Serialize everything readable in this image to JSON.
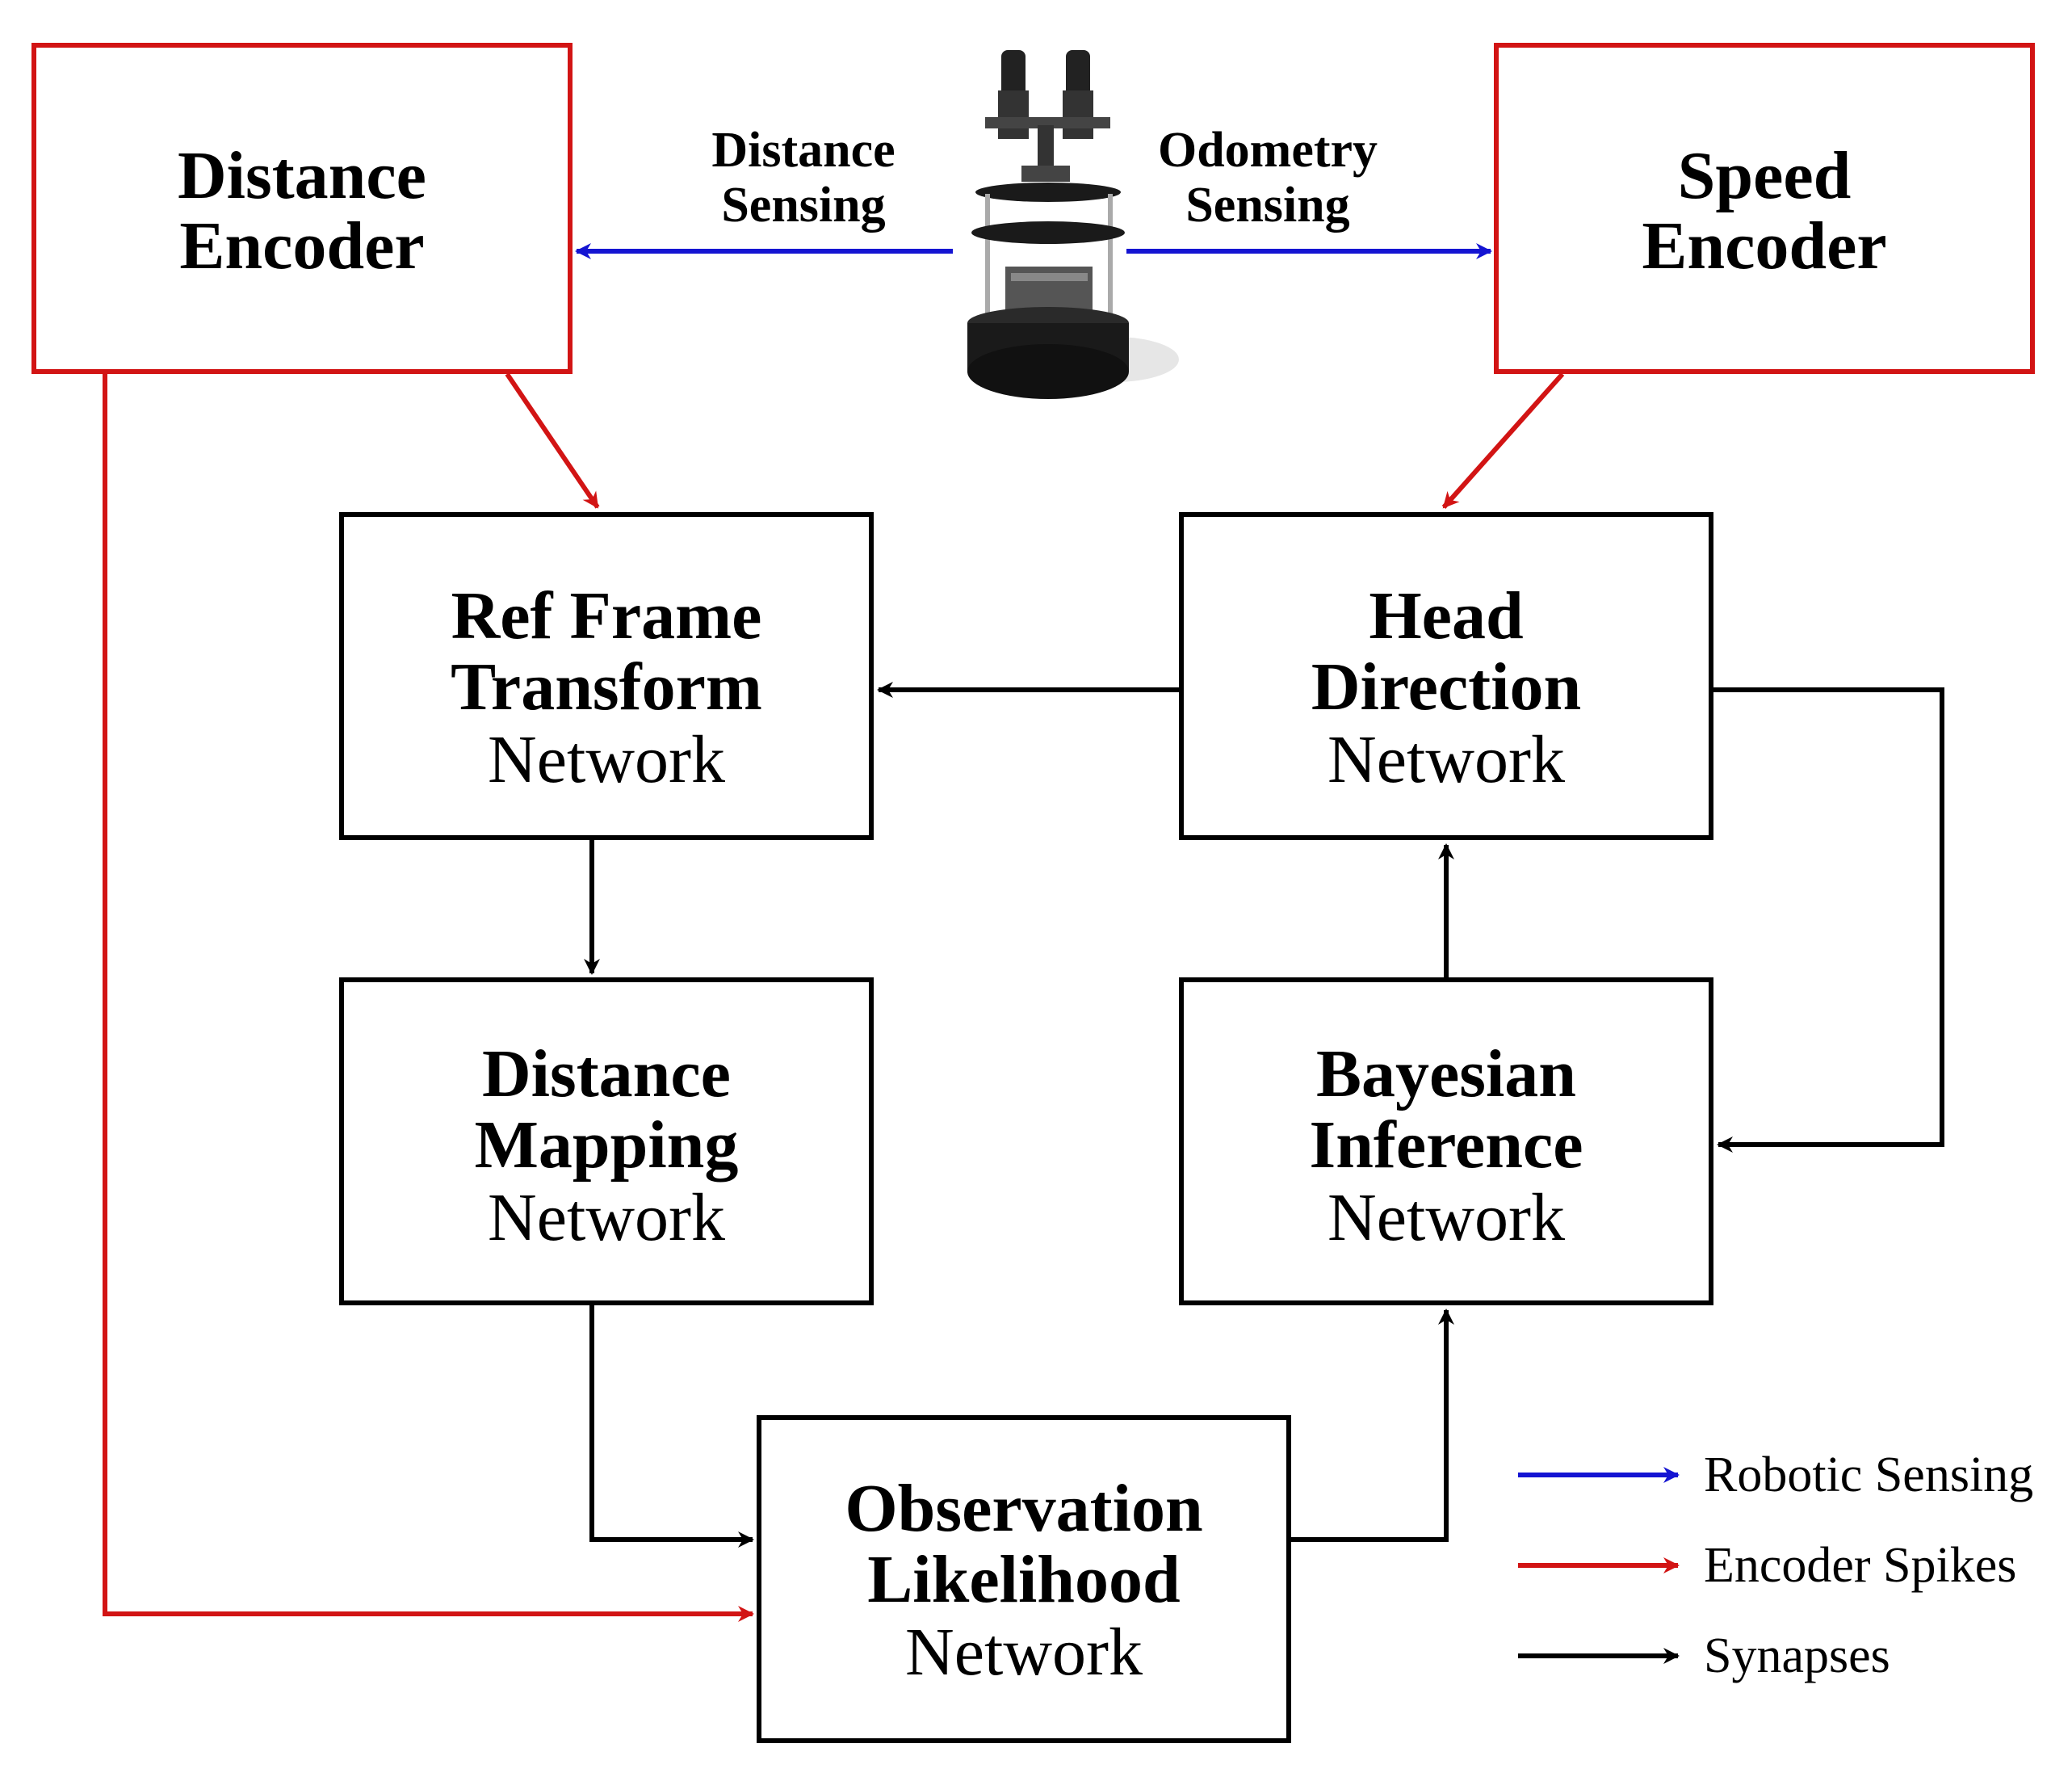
{
  "encoders": {
    "distance": {
      "line1": "Distance",
      "line2": "Encoder"
    },
    "speed": {
      "line1": "Speed",
      "line2": "Encoder"
    }
  },
  "sensing": {
    "distance": {
      "line1": "Distance",
      "line2": "Sensing"
    },
    "odometry": {
      "line1": "Odometry",
      "line2": "Sensing"
    }
  },
  "networks": {
    "ref_frame": {
      "line1": "Ref Frame",
      "line2": "Transform",
      "line3": "Network"
    },
    "head_direction": {
      "line1": "Head",
      "line2": "Direction",
      "line3": "Network"
    },
    "distance_mapping": {
      "line1": "Distance",
      "line2": "Mapping",
      "line3": "Network"
    },
    "bayesian": {
      "line1": "Bayesian",
      "line2": "Inference",
      "line3": "Network"
    },
    "observation": {
      "line1": "Observation",
      "line2": "Likelihood",
      "line3": "Network"
    }
  },
  "legend": [
    {
      "label": "Robotic Sensing",
      "color": "#1414d2"
    },
    {
      "label": "Encoder Spikes",
      "color": "#d21414"
    },
    {
      "label": "Synapses",
      "color": "#000000"
    }
  ],
  "colors": {
    "sensing": "#1414d2",
    "encoder": "#d21414",
    "synapse": "#000000"
  },
  "icons": {
    "robot": "robot-icon"
  }
}
